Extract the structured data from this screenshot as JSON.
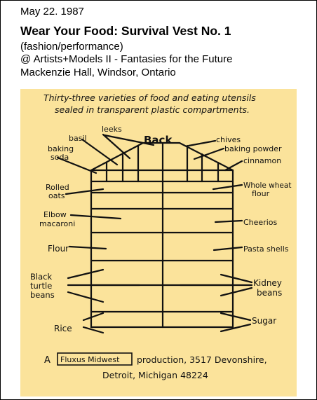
{
  "header": {
    "date": "May 22. 1987",
    "title": "Wear Your Food:  Survival Vest No. 1",
    "genre": "(fashion/performance)",
    "event": "@ Artists+Models II - Fantasies for the Future",
    "venue": "Mackenzie Hall, Windsor, Ontario"
  },
  "drawing": {
    "caption_line1": "Thirty-three varieties of food and eating utensils",
    "caption_line2": "sealed in transparent plastic compartments.",
    "back_label": "Back",
    "labels": {
      "basil": "basil",
      "leeks": "leeks",
      "chives": "chives",
      "baking_powder": "baking powder",
      "baking_soda_1": "baking",
      "baking_soda_2": "soda",
      "cinnamon": "cinnamon",
      "rolled_oats_1": "Rolled",
      "rolled_oats_2": "oats",
      "whole_wheat_1": "Whole wheat",
      "whole_wheat_2": "flour",
      "elbow_macaroni_1": "Elbow",
      "elbow_macaroni_2": "macaroni",
      "cheerios": "Cheerios",
      "flour": "Flour",
      "pasta_shells": "Pasta shells",
      "black_turtle_beans_1": "Black",
      "black_turtle_beans_2": "turtle",
      "black_turtle_beans_3": "beans",
      "kidney_beans_1": "Kidney",
      "kidney_beans_2": "beans",
      "rice": "Rice",
      "sugar": "Sugar"
    },
    "footer_a": "A",
    "footer_brand": "Fluxus Midwest",
    "footer_rest": "production,  3517 Devonshire,",
    "footer_line2": "Detroit, Michigan  48224"
  }
}
